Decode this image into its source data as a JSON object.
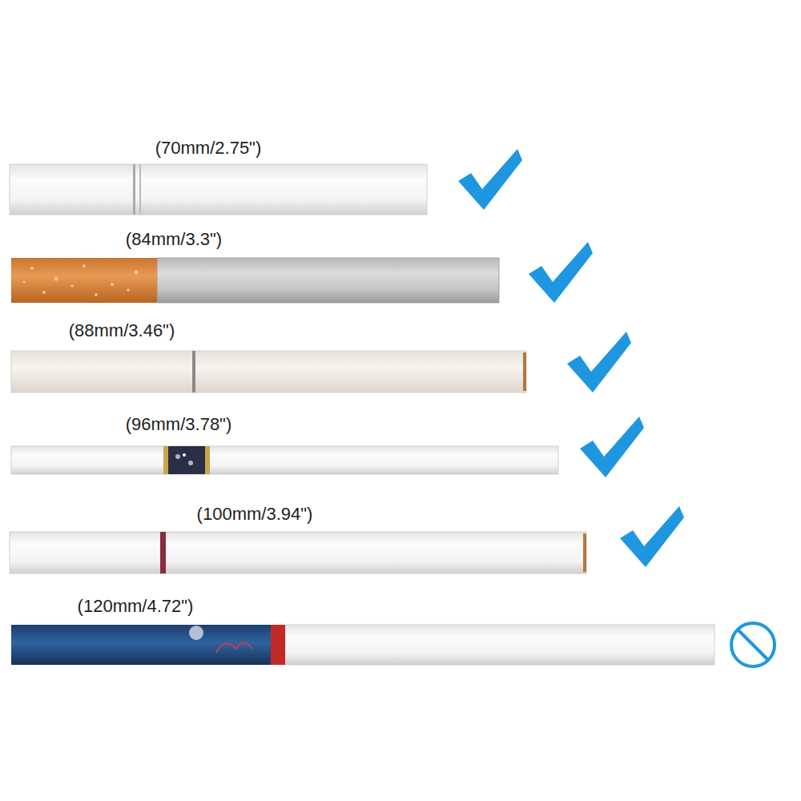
{
  "diagram": {
    "labels": [
      "(70mm/2.75\")",
      "(84mm/3.3\")",
      "(88mm/3.46\")",
      "(96mm/3.78\")",
      "(100mm/3.94\")",
      "(120mm/4.72\")"
    ]
  }
}
